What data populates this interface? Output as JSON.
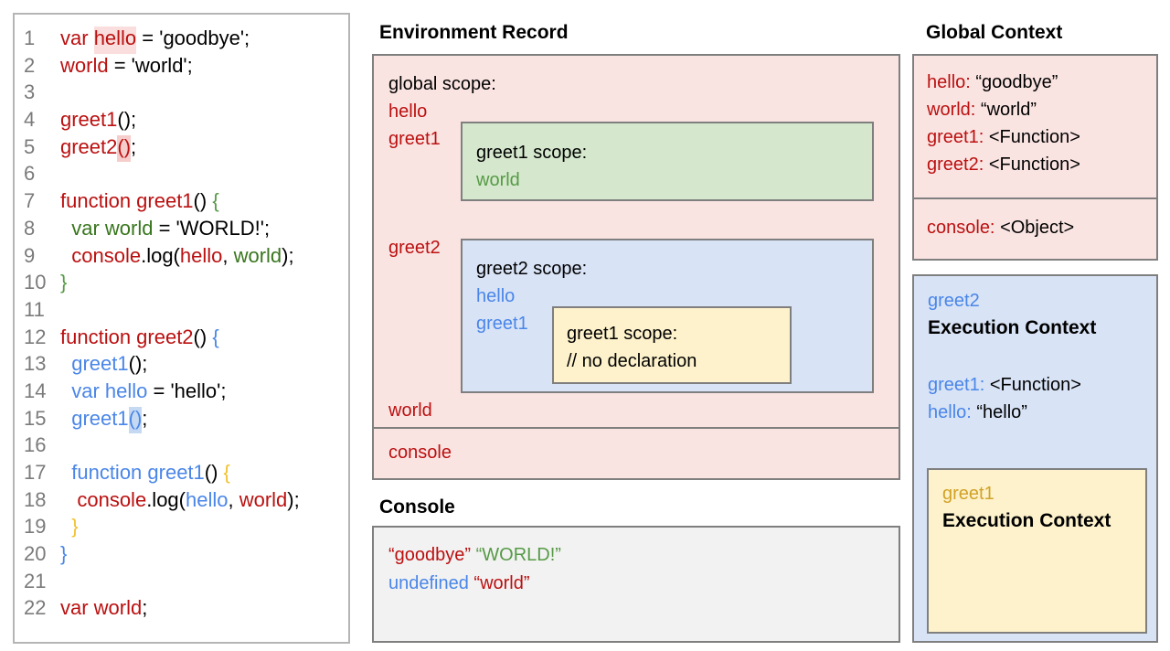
{
  "colors": {
    "red_text": "#bb1010",
    "blue_text": "#4a86e8",
    "dark_green_text": "#38761d",
    "mid_green_text": "#569a46",
    "gold_brace": "#f0c232",
    "gold_text": "#d2a226",
    "pink_fill": "#fae4e2",
    "green_fill": "#d5e8cd",
    "blue_fill": "#d8e3f6",
    "yellow_fill": "#fdf2cb",
    "grey_fill": "#f2f2f2",
    "border_grey": "#7f7f7f"
  },
  "code_panel": {
    "lines": [
      {
        "n": "1",
        "tokens": [
          {
            "t": "var ",
            "c": "red"
          },
          {
            "t": "hello",
            "c": "red",
            "hl": "pinkSoft"
          },
          {
            "t": " = 'goodbye';",
            "c": "black"
          }
        ]
      },
      {
        "n": "2",
        "tokens": [
          {
            "t": "world",
            "c": "red"
          },
          {
            "t": " = 'world';",
            "c": "black"
          }
        ]
      },
      {
        "n": "3",
        "tokens": []
      },
      {
        "n": "4",
        "tokens": [
          {
            "t": "greet1",
            "c": "red"
          },
          {
            "t": "();",
            "c": "black"
          }
        ]
      },
      {
        "n": "5",
        "tokens": [
          {
            "t": "greet2",
            "c": "red"
          },
          {
            "t": "()",
            "c": "red",
            "hl": "pink"
          },
          {
            "t": ";",
            "c": "black"
          }
        ]
      },
      {
        "n": "6",
        "tokens": []
      },
      {
        "n": "7",
        "tokens": [
          {
            "t": "function greet1",
            "c": "red"
          },
          {
            "t": "() ",
            "c": "black"
          },
          {
            "t": "{",
            "c": "greenMid"
          }
        ]
      },
      {
        "n": "8",
        "tokens": [
          {
            "t": "  ",
            "c": "black"
          },
          {
            "t": "var world",
            "c": "green"
          },
          {
            "t": " = 'WORLD!';",
            "c": "black"
          }
        ]
      },
      {
        "n": "9",
        "tokens": [
          {
            "t": "  ",
            "c": "black"
          },
          {
            "t": "console",
            "c": "red"
          },
          {
            "t": ".log(",
            "c": "black"
          },
          {
            "t": "hello",
            "c": "red"
          },
          {
            "t": ", ",
            "c": "black"
          },
          {
            "t": "world",
            "c": "green"
          },
          {
            "t": ");",
            "c": "black"
          }
        ]
      },
      {
        "n": "10",
        "tokens": [
          {
            "t": "}",
            "c": "greenMid"
          }
        ]
      },
      {
        "n": "11",
        "tokens": []
      },
      {
        "n": "12",
        "tokens": [
          {
            "t": "function greet2",
            "c": "red"
          },
          {
            "t": "() ",
            "c": "black"
          },
          {
            "t": "{",
            "c": "blue"
          }
        ]
      },
      {
        "n": "13",
        "tokens": [
          {
            "t": "  ",
            "c": "black"
          },
          {
            "t": "greet1",
            "c": "blue"
          },
          {
            "t": "();",
            "c": "black"
          }
        ]
      },
      {
        "n": "14",
        "tokens": [
          {
            "t": "  ",
            "c": "black"
          },
          {
            "t": "var hello",
            "c": "blue"
          },
          {
            "t": " = 'hello';",
            "c": "black"
          }
        ]
      },
      {
        "n": "15",
        "tokens": [
          {
            "t": "  ",
            "c": "black"
          },
          {
            "t": "greet1",
            "c": "blue"
          },
          {
            "t": "()",
            "c": "blue",
            "hl": "blue"
          },
          {
            "t": ";",
            "c": "black"
          }
        ]
      },
      {
        "n": "16",
        "tokens": []
      },
      {
        "n": "17",
        "tokens": [
          {
            "t": "  ",
            "c": "black"
          },
          {
            "t": "function greet1",
            "c": "blue"
          },
          {
            "t": "() ",
            "c": "black"
          },
          {
            "t": "{",
            "c": "gold"
          }
        ]
      },
      {
        "n": "18",
        "tokens": [
          {
            "t": "   ",
            "c": "black"
          },
          {
            "t": "console",
            "c": "red"
          },
          {
            "t": ".log(",
            "c": "black"
          },
          {
            "t": "hello",
            "c": "blue"
          },
          {
            "t": ", ",
            "c": "black"
          },
          {
            "t": "world",
            "c": "red"
          },
          {
            "t": ");",
            "c": "black"
          }
        ]
      },
      {
        "n": "19",
        "tokens": [
          {
            "t": "  ",
            "c": "black"
          },
          {
            "t": "}",
            "c": "gold"
          }
        ]
      },
      {
        "n": "20",
        "tokens": [
          {
            "t": "}",
            "c": "blue"
          }
        ]
      },
      {
        "n": "21",
        "tokens": []
      },
      {
        "n": "22",
        "tokens": [
          {
            "t": "var world",
            "c": "red"
          },
          {
            "t": ";",
            "c": "black"
          }
        ]
      }
    ]
  },
  "environment_record": {
    "title": "Environment Record",
    "global_scope": {
      "label": "global scope:",
      "entry_hello": "hello",
      "entry_greet1": "greet1",
      "entry_greet2": "greet2",
      "entry_world": "world",
      "greet1_scope": {
        "label": "greet1 scope:",
        "var_world": "world"
      },
      "greet2_scope": {
        "label": "greet2 scope:",
        "var_hello": "hello",
        "var_greet1": "greet1",
        "greet1_scope": {
          "label": "greet1 scope:",
          "comment": "// no declaration"
        }
      }
    },
    "console_entry": "console"
  },
  "console_panel": {
    "title": "Console",
    "lines": [
      [
        {
          "t": "“goodbye” ",
          "c": "red"
        },
        {
          "t": "“WORLD!”",
          "c": "greenMid"
        }
      ],
      [
        {
          "t": "undefined ",
          "c": "blue"
        },
        {
          "t": "“world”",
          "c": "red"
        }
      ]
    ]
  },
  "global_context": {
    "title": "Global Context",
    "vars": [
      {
        "name": "hello:",
        "value": "“goodbye”"
      },
      {
        "name": "world:",
        "value": "“world”"
      },
      {
        "name": "greet1:",
        "value": "<Function>"
      },
      {
        "name": "greet2:",
        "value": "<Function>"
      }
    ],
    "console_var": {
      "name": "console:",
      "value": "<Object>"
    }
  },
  "greet2_context": {
    "name": "greet2",
    "label": "Execution Context",
    "vars": [
      {
        "name": "greet1:",
        "value": "<Function>"
      },
      {
        "name": "hello:",
        "value": "“hello”"
      }
    ],
    "inner": {
      "name": "greet1",
      "label": "Execution Context"
    }
  }
}
